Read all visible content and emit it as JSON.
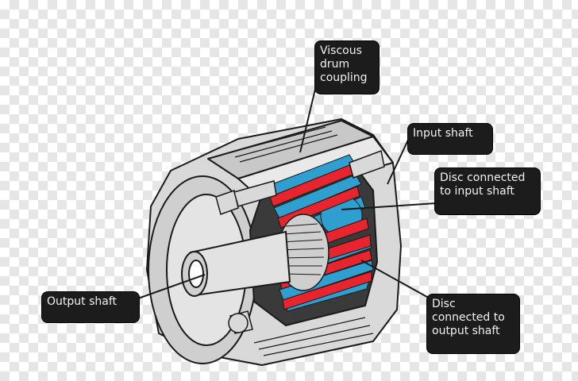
{
  "labels": {
    "viscous_drum_coupling": "Viscous\ndrum\ncoupling",
    "input_shaft": "Input shaft",
    "disc_input": "Disc connected\nto input shaft",
    "output_shaft": "Output shaft",
    "disc_output": "Disc\nconnected to\noutput shaft"
  },
  "colors": {
    "label_bg": "#1c1c1c",
    "label_text": "#f2f2f2",
    "housing": "#d9d9d9",
    "disc_blue": "#2f9fd0",
    "disc_red": "#e8252e",
    "outline": "#1a1a1a"
  }
}
